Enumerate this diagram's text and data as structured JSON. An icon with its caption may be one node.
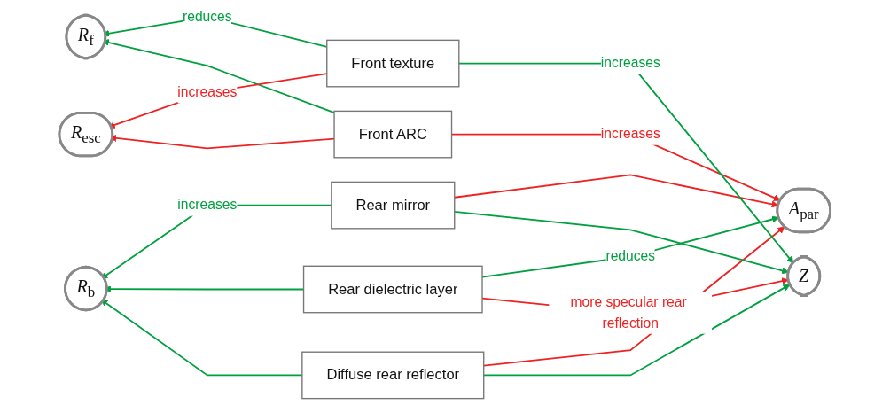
{
  "diagram": {
    "nodes": [
      {
        "text": [
          "*R*$_{f}$"
        ]
      },
      {
        "text": [
          "*R*$_{esc}$"
        ]
      },
      {
        "text": [
          "*R*$_{b}$"
        ]
      },
      {
        "text": [
          "Front texture"
        ]
      },
      {
        "text": [
          "Front ARC"
        ]
      },
      {
        "text": [
          "Rear mirror"
        ]
      },
      {
        "text": [
          "Rear dielectric layer"
        ]
      },
      {
        "text": [
          "Diffuse rear reflector"
        ]
      },
      {
        "text": [
          "*A*$_{par}$"
        ]
      },
      {
        "text": [
          "*Z*"
        ]
      }
    ],
    "edges": [
      {
        "from": 3,
        "to": 0,
        "arrow": "to",
        "label": "reduces"
      },
      {
        "from": 4,
        "to": 0,
        "arrow": "to"
      },
      {
        "from": 3,
        "to": 1,
        "arrow": "to",
        "label": "increases",
        "color": "#ee2222"
      },
      {
        "from": 4,
        "to": 1,
        "arrow": "to",
        "color": "#ee2222"
      },
      {
        "from": 5,
        "to": 2,
        "arrow": "to",
        "label": "increases"
      },
      {
        "from": 6,
        "to": 2,
        "arrow": "to"
      },
      {
        "from": 7,
        "to": 2,
        "arrow": "to"
      },
      {
        "from": 4,
        "to": 8,
        "arrow": "to",
        "label": "increases",
        "color": "#ee2222"
      },
      {
        "from": 5,
        "to": 8,
        "arrow": "to",
        "color": "#ee2222"
      },
      {
        "from": 7,
        "to": 8,
        "arrow": "to",
        "color": "#ee2222"
      },
      {
        "from": 6,
        "to": 8,
        "arrow": "to",
        "label": "reduces"
      },
      {
        "from": 3,
        "to": 9,
        "arrow": "to",
        "label": "increases"
      },
      {
        "from": 5,
        "to": 9,
        "arrow": "to"
      },
      {
        "from": 7,
        "to": 9,
        "arrow": "to"
      },
      {
        "from": 6,
        "to": 9,
        "arrow": "to",
        "label": "more specular rear reflection",
        "color": "#ee2222"
      }
    ]
  }
}
